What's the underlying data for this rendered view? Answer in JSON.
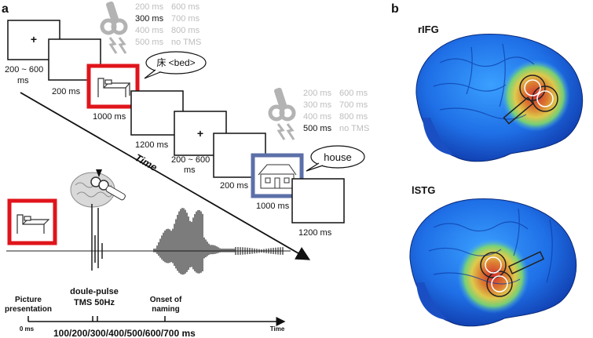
{
  "panels": {
    "a": {
      "label": "a"
    },
    "b": {
      "label": "b"
    }
  },
  "sequence1": {
    "durations": [
      "200 ~ 600",
      "ms",
      "200 ms",
      "1000 ms",
      "1200 ms"
    ],
    "fixation": "+",
    "speech_bubble": "床 <bed>",
    "timing_options": [
      [
        "200 ms",
        "600 ms"
      ],
      [
        "300 ms",
        "700 ms"
      ],
      [
        "400 ms",
        "800 ms"
      ],
      [
        "500 ms",
        "no TMS"
      ]
    ],
    "active_option_index": 1,
    "frame_color": "#e0141b"
  },
  "sequence2": {
    "durations": [
      "200 ~ 600",
      "ms",
      "200 ms",
      "1000 ms",
      "1200 ms"
    ],
    "fixation": "+",
    "speech_bubble": "house",
    "timing_options": [
      [
        "200 ms",
        "600 ms"
      ],
      [
        "300 ms",
        "700 ms"
      ],
      [
        "400 ms",
        "800 ms"
      ],
      [
        "500 ms",
        "no TMS"
      ]
    ],
    "active_option_index": 3,
    "frame_color": "#5c6fa8"
  },
  "time_arrow": {
    "label": "Time"
  },
  "timeline": {
    "events": [
      {
        "lines": [
          "Picture",
          "presentation"
        ]
      },
      {
        "lines": [
          "doule-pulse",
          "TMS 50Hz"
        ]
      },
      {
        "lines": [
          "Onset of",
          "naming"
        ]
      }
    ],
    "origin_label": "0 ms",
    "end_label": "Time",
    "range_label": "100/200/300/400/500/600/700 ms"
  },
  "brains": [
    {
      "label": "rIFG"
    },
    {
      "label": "lSTG"
    }
  ],
  "colors": {
    "text": "#111111",
    "inactive_text": "#bdbdbd",
    "icon_gray": "#b3b3b3",
    "red_frame": "#e0141b",
    "blue_frame": "#5c6fa8"
  }
}
